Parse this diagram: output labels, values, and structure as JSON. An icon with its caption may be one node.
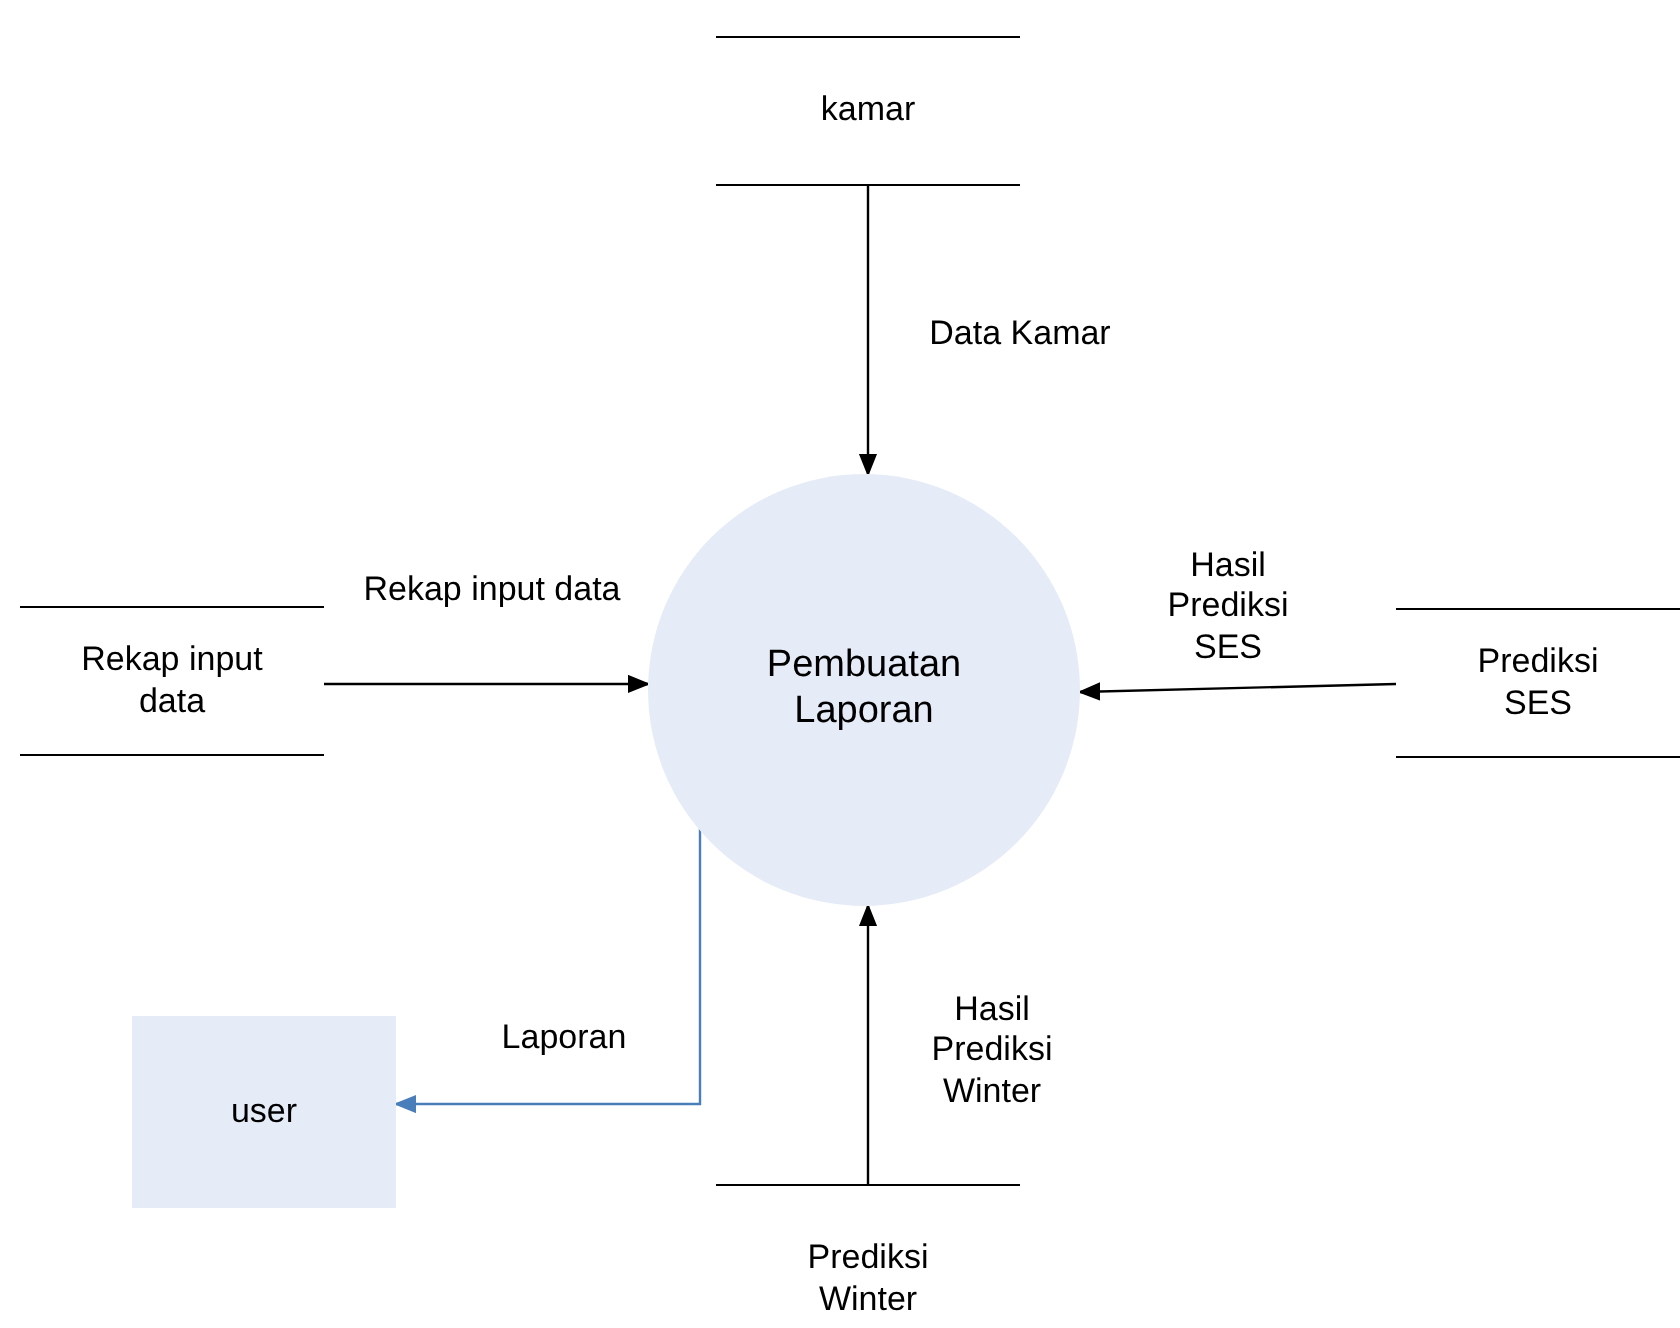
{
  "diagram": {
    "nodes": [
      {
        "text": [
          "kamar"
        ]
      },
      {
        "text": [
          "Rekap input data"
        ]
      },
      {
        "text": [
          "Pembuatan Laporan"
        ]
      },
      {
        "text": [
          "Prediksi SES"
        ]
      },
      {
        "text": [
          "user"
        ]
      },
      {
        "text": [
          "Prediksi Winter"
        ]
      }
    ],
    "edges": [
      {
        "from": 0,
        "to": 2,
        "arrow": "to",
        "label": "Data Kamar"
      },
      {
        "from": 1,
        "to": 2,
        "arrow": "to",
        "label": "Rekap input data"
      },
      {
        "from": 3,
        "to": 2,
        "arrow": "to",
        "label": "Hasil Prediksi SES"
      },
      {
        "from": 5,
        "to": 2,
        "arrow": "to",
        "label": "Hasil Prediksi Winter"
      },
      {
        "from": 2,
        "to": 4,
        "arrow": "to",
        "label": "Laporan",
        "color": "#4a7ebb"
      }
    ]
  }
}
